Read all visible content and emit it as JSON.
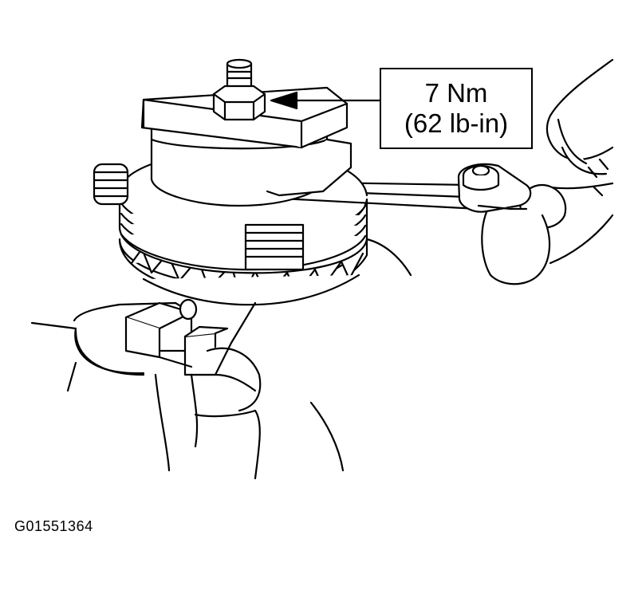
{
  "callout": {
    "line1": "7 Nm",
    "line2": "(62 lb-in)"
  },
  "figure_id": "G01551364",
  "colors": {
    "ink": "#000000",
    "paper": "#ffffff"
  }
}
